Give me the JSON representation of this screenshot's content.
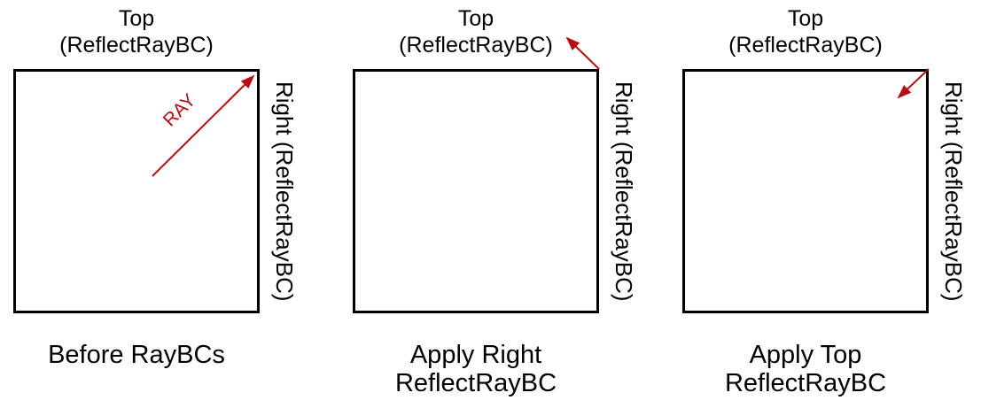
{
  "figure": {
    "background": "#ffffff",
    "arrow_color": "#b60f12",
    "box_border_color": "#000000",
    "text_color": "#000000"
  },
  "panels": [
    {
      "top_label_line1": "Top",
      "top_label_line2": "(ReflectRayBC)",
      "right_label": "Right (ReflectRayBC)",
      "caption_line1": "Before RayBCs",
      "caption_line2": "",
      "ray_label": "RAY",
      "arrow": "diagonal ray inside box pointing up-right into top-right corner"
    },
    {
      "top_label_line1": "Top",
      "top_label_line2": "(ReflectRayBC)",
      "right_label": "Right (ReflectRayBC)",
      "caption_line1": "Apply Right",
      "caption_line2": "ReflectRayBC",
      "arrow": "short ray leaving top-right corner pointing up-left (reflected by right boundary)"
    },
    {
      "top_label_line1": "Top",
      "top_label_line2": "(ReflectRayBC)",
      "right_label": "Right (ReflectRayBC)",
      "caption_line1": "Apply Top",
      "caption_line2": "ReflectRayBC",
      "arrow": "short ray from top-right corner pointing down-left back into box (reflected by top boundary)"
    }
  ]
}
